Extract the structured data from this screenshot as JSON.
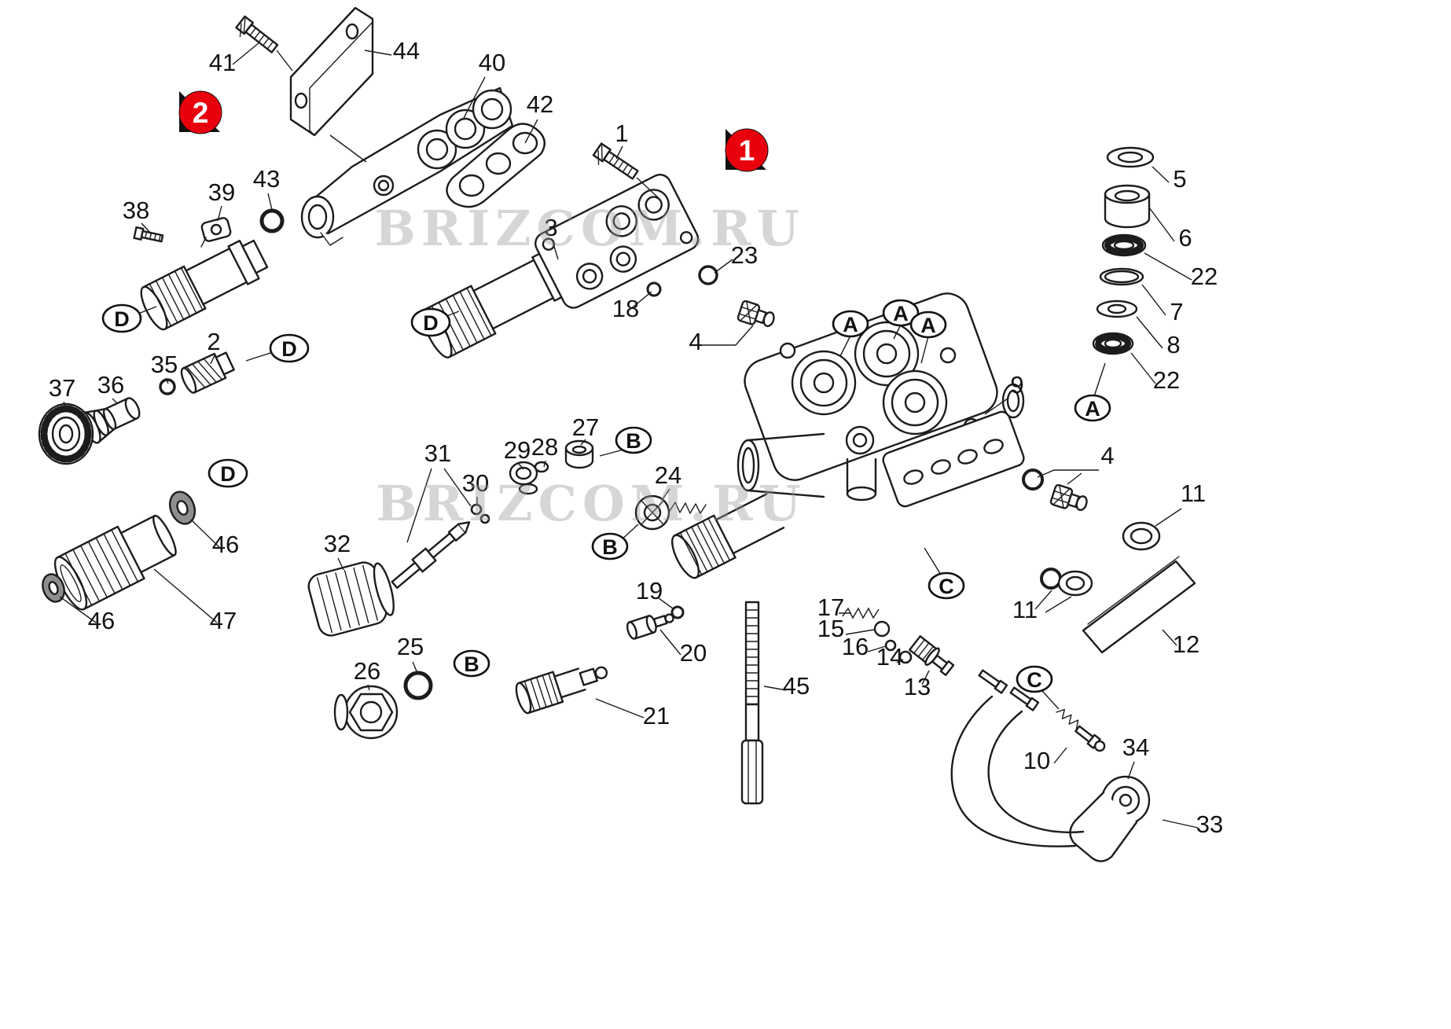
{
  "diagram_type": "exploded-parts-diagram",
  "watermarks": [
    "BRIZCOM.RU",
    "BRIZCOM.RU"
  ],
  "badges": [
    {
      "text": "1"
    },
    {
      "text": "2"
    }
  ],
  "callouts": [
    "D",
    "D",
    "D",
    "D",
    "A",
    "A",
    "A",
    "A",
    "B",
    "B",
    "B",
    "C",
    "C"
  ],
  "labels": [
    "41",
    "44",
    "40",
    "42",
    "1",
    "38",
    "39",
    "43",
    "3",
    "23",
    "18",
    "4",
    "5",
    "6",
    "22",
    "7",
    "8",
    "22",
    "2",
    "35",
    "36",
    "37",
    "9",
    "27",
    "31",
    "29",
    "28",
    "30",
    "24",
    "4",
    "11",
    "46",
    "32",
    "19",
    "17",
    "15",
    "16",
    "14",
    "20",
    "13",
    "11",
    "12",
    "46",
    "47",
    "25",
    "26",
    "21",
    "45",
    "10",
    "34",
    "33"
  ],
  "colors": {
    "badge_red": "#e8000d",
    "line": "#1c1c1c",
    "watermark_gray": "#9a9a9a"
  }
}
